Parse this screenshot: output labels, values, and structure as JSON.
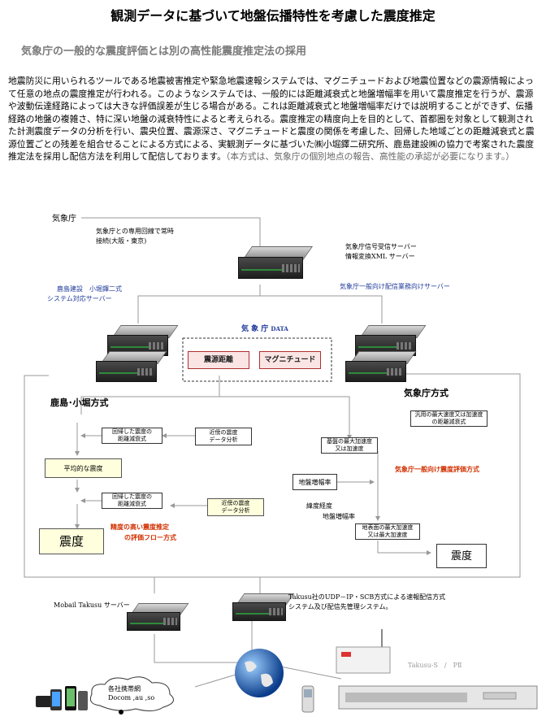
{
  "title": "観測データに基づいて地盤伝播特性を考慮した震度推定",
  "subtitle": "気象庁の一般的な震度評価とは別の高性能震度推定法の採用",
  "intro": {
    "body": "地震防災に用いられるツールである地震被害推定や緊急地震速報システムでは、マグニチュードおよび地震位置などの震源情報によって任意の地点の震度推定が行われる。このようなシステムでは、一般的には距離減衰式と地盤増幅率を用いて震度推定を行うが、震源や波動伝達経路によっては大きな評価誤差が生じる場合がある。これは距離減衰式と地盤増幅率だけでは説明することができず、伝播経路の地盤の複雑さ、特に深い地盤の減衰特性によると考えられる。震度推定の精度向上を目的として、首都圏を対象として観測された計測震度データの分析を行い、震央位置、震源深さ、マグニチュードと震度の関係を考慮した、回帰した地域ごとの距離減衰式と震源位置ごとの残差を組合せることによる方式による、実観測データに基づいた㈱小堀鐸二研究所、鹿島建設㈱の協力で考案された震度推定法を採用し配信方法を利用して配信しております。",
    "note": "（本方式は、気象庁の個別地点の報告、高性能の承認が必要になります。）"
  },
  "diagram": {
    "jma": "気象庁",
    "dedicated_line": [
      "気象庁との専用回線で常時",
      "接続(大阪・東京)"
    ],
    "receive_server": [
      "気象庁信号受信サーバー",
      "情報変換XML サーバー"
    ],
    "kajima_server": [
      "鹿島建設　小堀鐸二式",
      "システム対応サーバー"
    ],
    "jma_general_server": "気象庁一般向け配信業務向けサーバー",
    "jma_data": "気 象 庁",
    "jma_data_suffix": "DATA",
    "epicentral_distance": "震源距離",
    "magnitude": "マグニチュード",
    "kajima_method": "鹿島･小堀方式",
    "jma_method": "気象庁方式",
    "regressed_attenuation_1": [
      "回帰した震度の",
      "距離減衰式"
    ],
    "neighbor_analysis_1": [
      "近傍の震度",
      "データ分析"
    ],
    "average_intensity": "平均的な震度",
    "regressed_attenuation_2": [
      "回帰した震度の",
      "距離減衰式"
    ],
    "neighbor_analysis_2": [
      "近傍の震度",
      "データ分析"
    ],
    "intensity_left": "震度",
    "high_accuracy": [
      "精度の高い震度推定",
      "の評価フロー方式"
    ],
    "general_attenuation": [
      "汎用の最大速度又は加速度",
      "の距離減衰式"
    ],
    "base_max": [
      "基盤の最大加速度",
      "又は加速度"
    ],
    "jma_general_eval": "気象庁一般向け震度評価方式",
    "ground_amp": "地盤増幅率",
    "lat_lon": "緯度経度",
    "ground_amp_2": "地盤増幅率",
    "surface_max": [
      "地表面の最大加速度",
      "又は最大加速度"
    ],
    "intensity_right": "震度",
    "mobail_server": "Mobail Takusu サーバー",
    "takusu_desc": [
      "Takusu社のUDP－IP・SCB方式による速報配信方式",
      "システム及び配信先管理システム。"
    ],
    "carriers": [
      "各社携帯網",
      "Docom ,au ,so"
    ],
    "takusu_device": "Takusu-S　/　PⅡ"
  },
  "colors": {
    "blue_text": "#1f3a9a",
    "red_text": "#d03000",
    "pink_box": "#fbe4e4",
    "yellow_box": "#ffffdd",
    "subtitle": "#7a7a7a"
  }
}
